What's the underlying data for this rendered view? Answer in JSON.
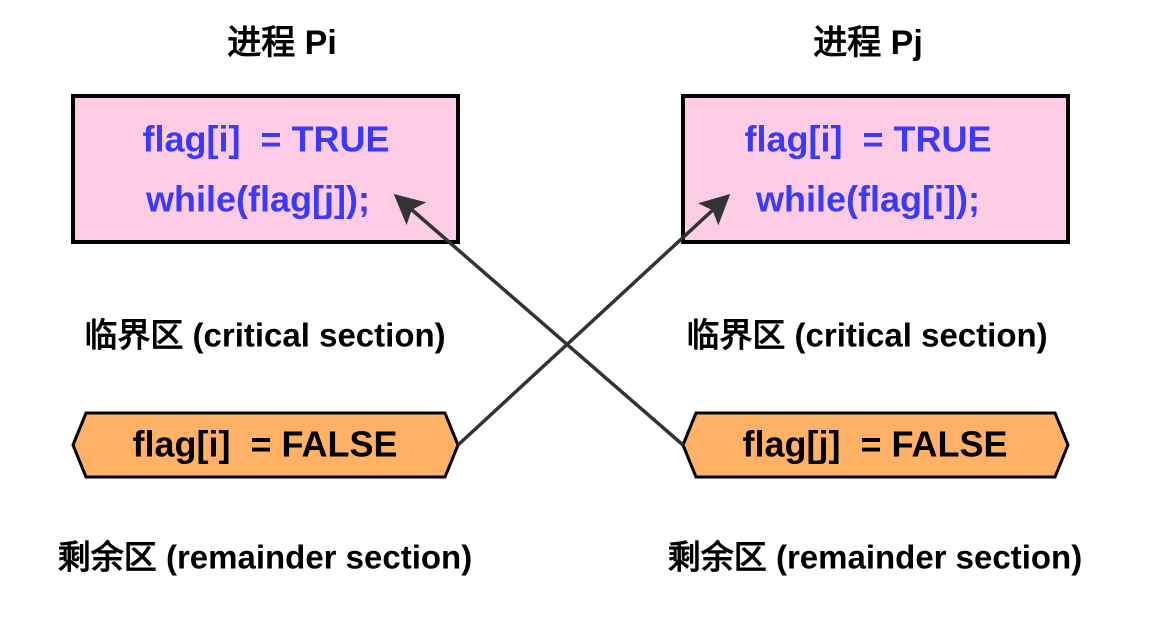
{
  "colors": {
    "code_box_fill": "#ffcce6",
    "code_text": "#3a3aff",
    "hex_fill": "#ffb266",
    "arrow": "#333333"
  },
  "processes": [
    {
      "title": "进程 Pi",
      "entry_lines": [
        "flag[i]  = TRUE",
        "while(flag[j]);"
      ],
      "critical": "临界区 (critical section)",
      "exit": "flag[i]  = FALSE",
      "remainder": "剩余区 (remainder section)"
    },
    {
      "title": "进程 Pj",
      "entry_lines": [
        "flag[i]  = TRUE",
        "while(flag[i]);"
      ],
      "critical": "临界区 (critical section)",
      "exit": "flag[j]  = FALSE",
      "remainder": "剩余区 (remainder section)"
    }
  ]
}
